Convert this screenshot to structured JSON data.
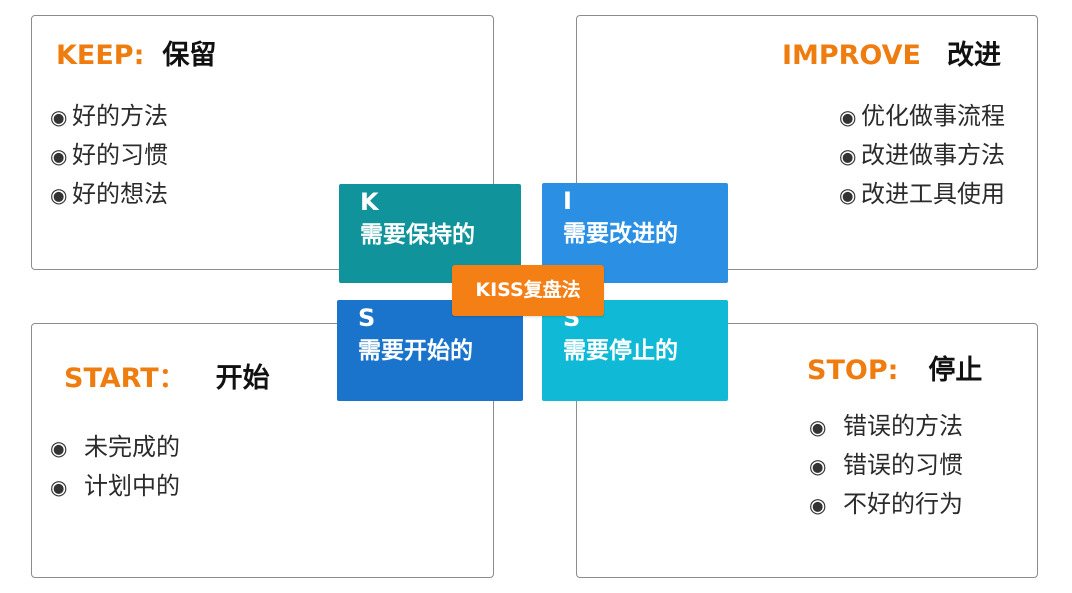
{
  "quadrants": {
    "keep": {
      "en": "KEEP:",
      "zh": "保留",
      "items": [
        "好的方法",
        "好的习惯",
        "好的想法"
      ]
    },
    "improve": {
      "en": "IMPROVE",
      "zh": "改进",
      "items": [
        "优化做事流程",
        "改进做事方法",
        "改进工具使用"
      ]
    },
    "start": {
      "en": "START：",
      "zh": "开始",
      "items": [
        "未完成的",
        "计划中的"
      ]
    },
    "stop": {
      "en": "STOP:",
      "zh": "停止",
      "items": [
        "错误的方法",
        "错误的习惯",
        "不好的行为"
      ]
    }
  },
  "tiles": {
    "k": {
      "letter": "K",
      "label": "需要保持的",
      "color": "#11939c"
    },
    "i": {
      "letter": "I",
      "label": "需要改进的",
      "color": "#2b90e3"
    },
    "s_start": {
      "letter": "S",
      "label": "需要开始的",
      "color": "#1b74cc"
    },
    "s_stop": {
      "letter": "S",
      "label": "需要停止的",
      "color": "#10bad7"
    }
  },
  "center": {
    "label": "KISS复盘法",
    "color": "#f47f15"
  },
  "bullet_symbol": "◉",
  "heading_accent_color": "#ef7c0f"
}
